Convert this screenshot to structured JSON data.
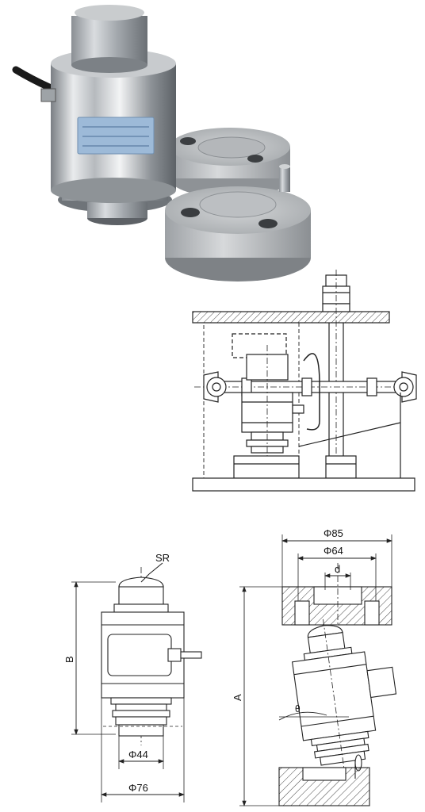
{
  "labels": {
    "sr": "SR",
    "b": "B",
    "a": "A",
    "phi44": "Φ44",
    "phi76": "Φ76",
    "phi85": "Φ85",
    "phi64": "Φ64",
    "d": "d",
    "theta": "θ"
  },
  "nameplate": {
    "line1": "",
    "line2": ""
  },
  "colors": {
    "steel_light": "#e6e8ea",
    "steel_mid": "#b9bdc1",
    "steel_dark": "#6e7378",
    "label_blue": "#8fb3d6",
    "line": "#222222",
    "hatch": "#444444"
  }
}
